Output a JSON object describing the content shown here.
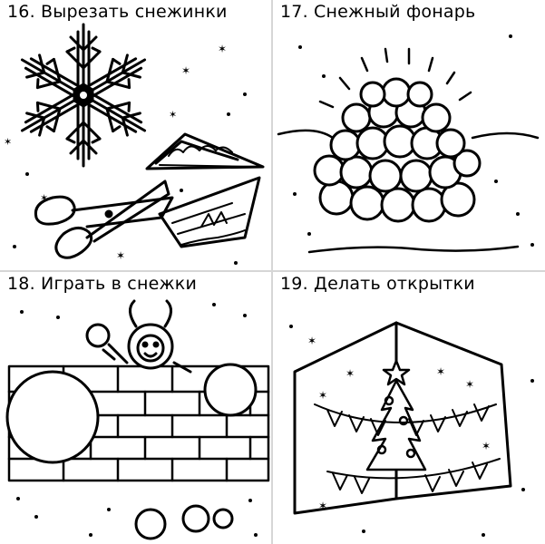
{
  "panels": [
    {
      "caption": "16. Вырезать снежинки"
    },
    {
      "caption": "17. Снежный фонарь"
    },
    {
      "caption": "18. Играть в снежки"
    },
    {
      "caption": "19. Делать открытки"
    }
  ]
}
